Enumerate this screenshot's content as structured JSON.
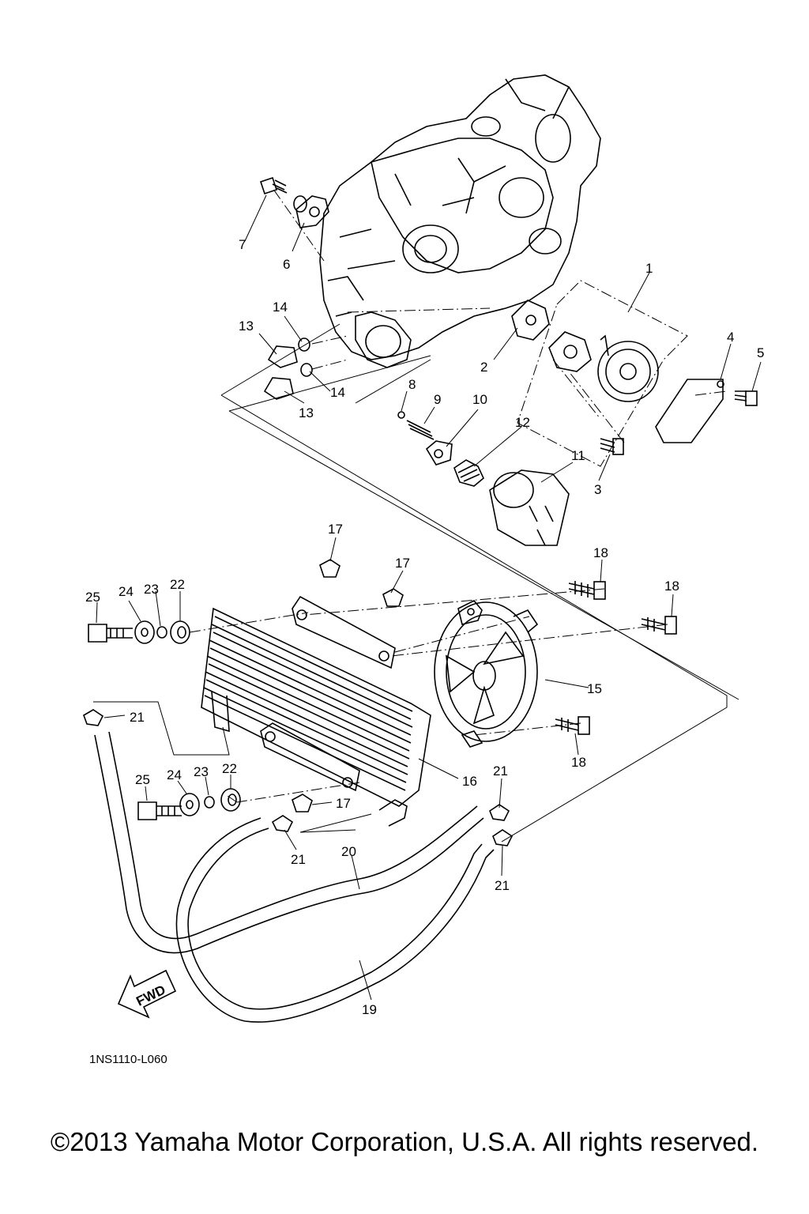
{
  "diagram_code": "1NS1110-L060",
  "fwd_label": "FWD",
  "copyright": "©2013 Yamaha Motor Corporation, U.S.A. All rights reserved.",
  "callouts": {
    "c1": "1",
    "c2": "2",
    "c3": "3",
    "c4": "4",
    "c5": "5",
    "c6": "6",
    "c7": "7",
    "c8": "8",
    "c9": "9",
    "c10": "10",
    "c11": "11",
    "c12": "12",
    "c13a": "13",
    "c13b": "13",
    "c14a": "14",
    "c14b": "14",
    "c15": "15",
    "c16": "16",
    "c17a": "17",
    "c17b": "17",
    "c17c": "17",
    "c18a": "18",
    "c18b": "18",
    "c18c": "18",
    "c19": "19",
    "c20": "20",
    "c21a": "21",
    "c21b": "21",
    "c21c": "21",
    "c21d": "21",
    "c22a": "22",
    "c22b": "22",
    "c23a": "23",
    "c23b": "23",
    "c24a": "24",
    "c24b": "24",
    "c25a": "25",
    "c25b": "25"
  }
}
